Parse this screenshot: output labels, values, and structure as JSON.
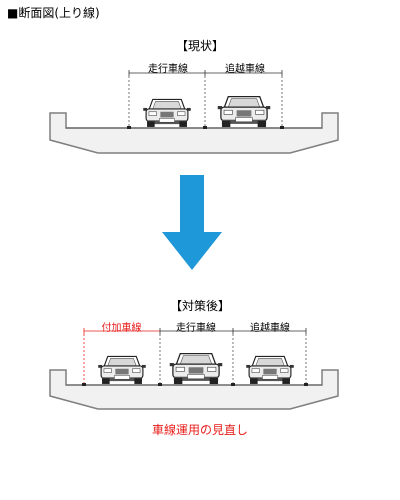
{
  "title": "■断面図(上り線)",
  "before": {
    "label": "【現状】",
    "lanes": [
      "走行車線",
      "追越車線"
    ]
  },
  "after": {
    "label": "【対策後】",
    "lanes": [
      "付加車線",
      "走行車線",
      "追越車線"
    ]
  },
  "caption": "車線運用の見直し",
  "colors": {
    "arrow": "#1e98d8",
    "highlight": "#e8201e",
    "road": "#7f7f7f"
  },
  "icons": {
    "arrow": "arrow-down-icon",
    "car": "car-front-icon"
  }
}
